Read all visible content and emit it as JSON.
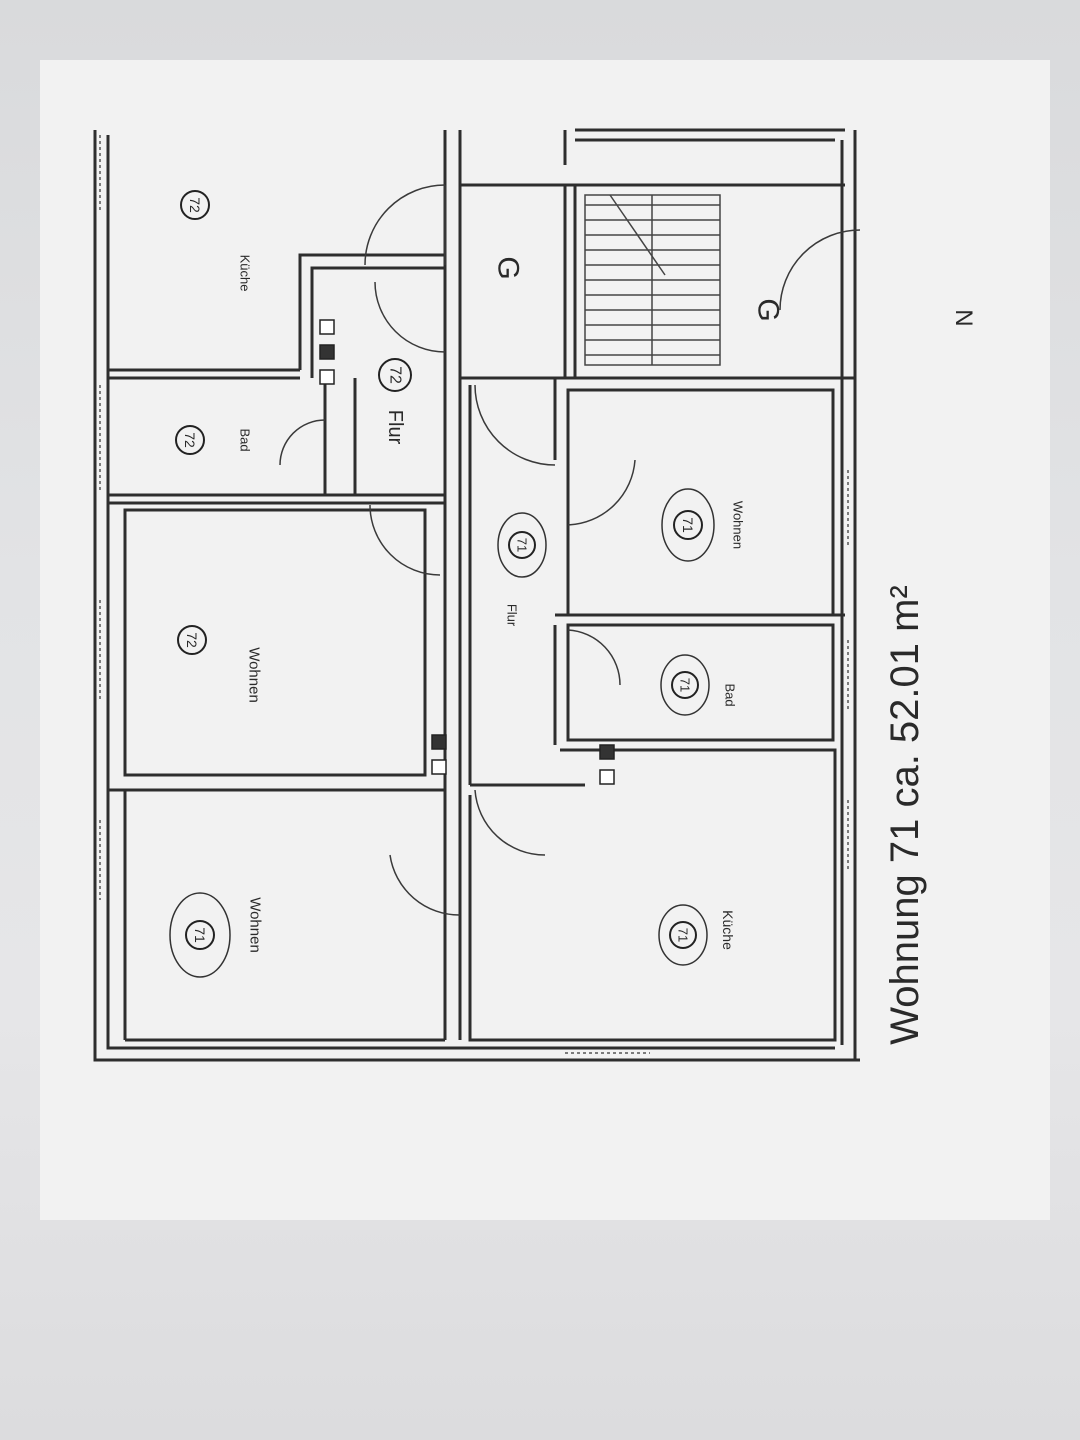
{
  "rooms": {
    "kueche_72": {
      "name": "Küche",
      "unit": "72"
    },
    "bad_72": {
      "name": "Bad",
      "unit": "72"
    },
    "flur_72": {
      "name": "Flur",
      "unit": "72"
    },
    "wohnen_72": {
      "name": "Wohnen",
      "unit": "72"
    },
    "wohnen_71a": {
      "name": "Wohnen",
      "unit": "71"
    },
    "flur_71": {
      "name": "Flur",
      "unit": "71"
    },
    "wohnen_71b": {
      "name": "Wohnen",
      "unit": "71"
    },
    "bad_71": {
      "name": "Bad",
      "unit": "71"
    },
    "kueche_71": {
      "name": "Küche",
      "unit": "71"
    }
  },
  "stairwell": {
    "label_upper": "G",
    "label_lower": "G"
  },
  "caption": {
    "text": "Wohnung 71 ca. 52.01 m²"
  },
  "sheet_mark": "N"
}
